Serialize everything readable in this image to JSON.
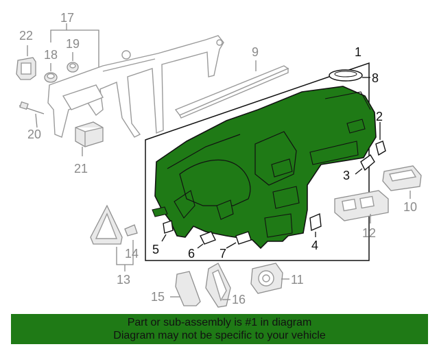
{
  "diagram": {
    "colors": {
      "highlight": "#1f7a16",
      "outline": "#111111",
      "grey": "#8a8a8a"
    },
    "callouts": [
      {
        "id": "c1",
        "label": "1"
      },
      {
        "id": "c2",
        "label": "2"
      },
      {
        "id": "c3",
        "label": "3"
      },
      {
        "id": "c4",
        "label": "4"
      },
      {
        "id": "c5",
        "label": "5"
      },
      {
        "id": "c6",
        "label": "6"
      },
      {
        "id": "c7",
        "label": "7"
      },
      {
        "id": "c8",
        "label": "8"
      },
      {
        "id": "c9",
        "label": "9"
      },
      {
        "id": "c10",
        "label": "10"
      },
      {
        "id": "c11",
        "label": "11"
      },
      {
        "id": "c12",
        "label": "12"
      },
      {
        "id": "c13",
        "label": "13"
      },
      {
        "id": "c14",
        "label": "14"
      },
      {
        "id": "c15",
        "label": "15"
      },
      {
        "id": "c16",
        "label": "16"
      },
      {
        "id": "c17",
        "label": "17"
      },
      {
        "id": "c18",
        "label": "18"
      },
      {
        "id": "c19",
        "label": "19"
      },
      {
        "id": "c20",
        "label": "20"
      },
      {
        "id": "c21",
        "label": "21"
      },
      {
        "id": "c22",
        "label": "22"
      }
    ]
  },
  "footer": {
    "line1": "Part or sub-assembly is #1 in diagram",
    "line2": "Diagram may not be specific to your vehicle"
  }
}
